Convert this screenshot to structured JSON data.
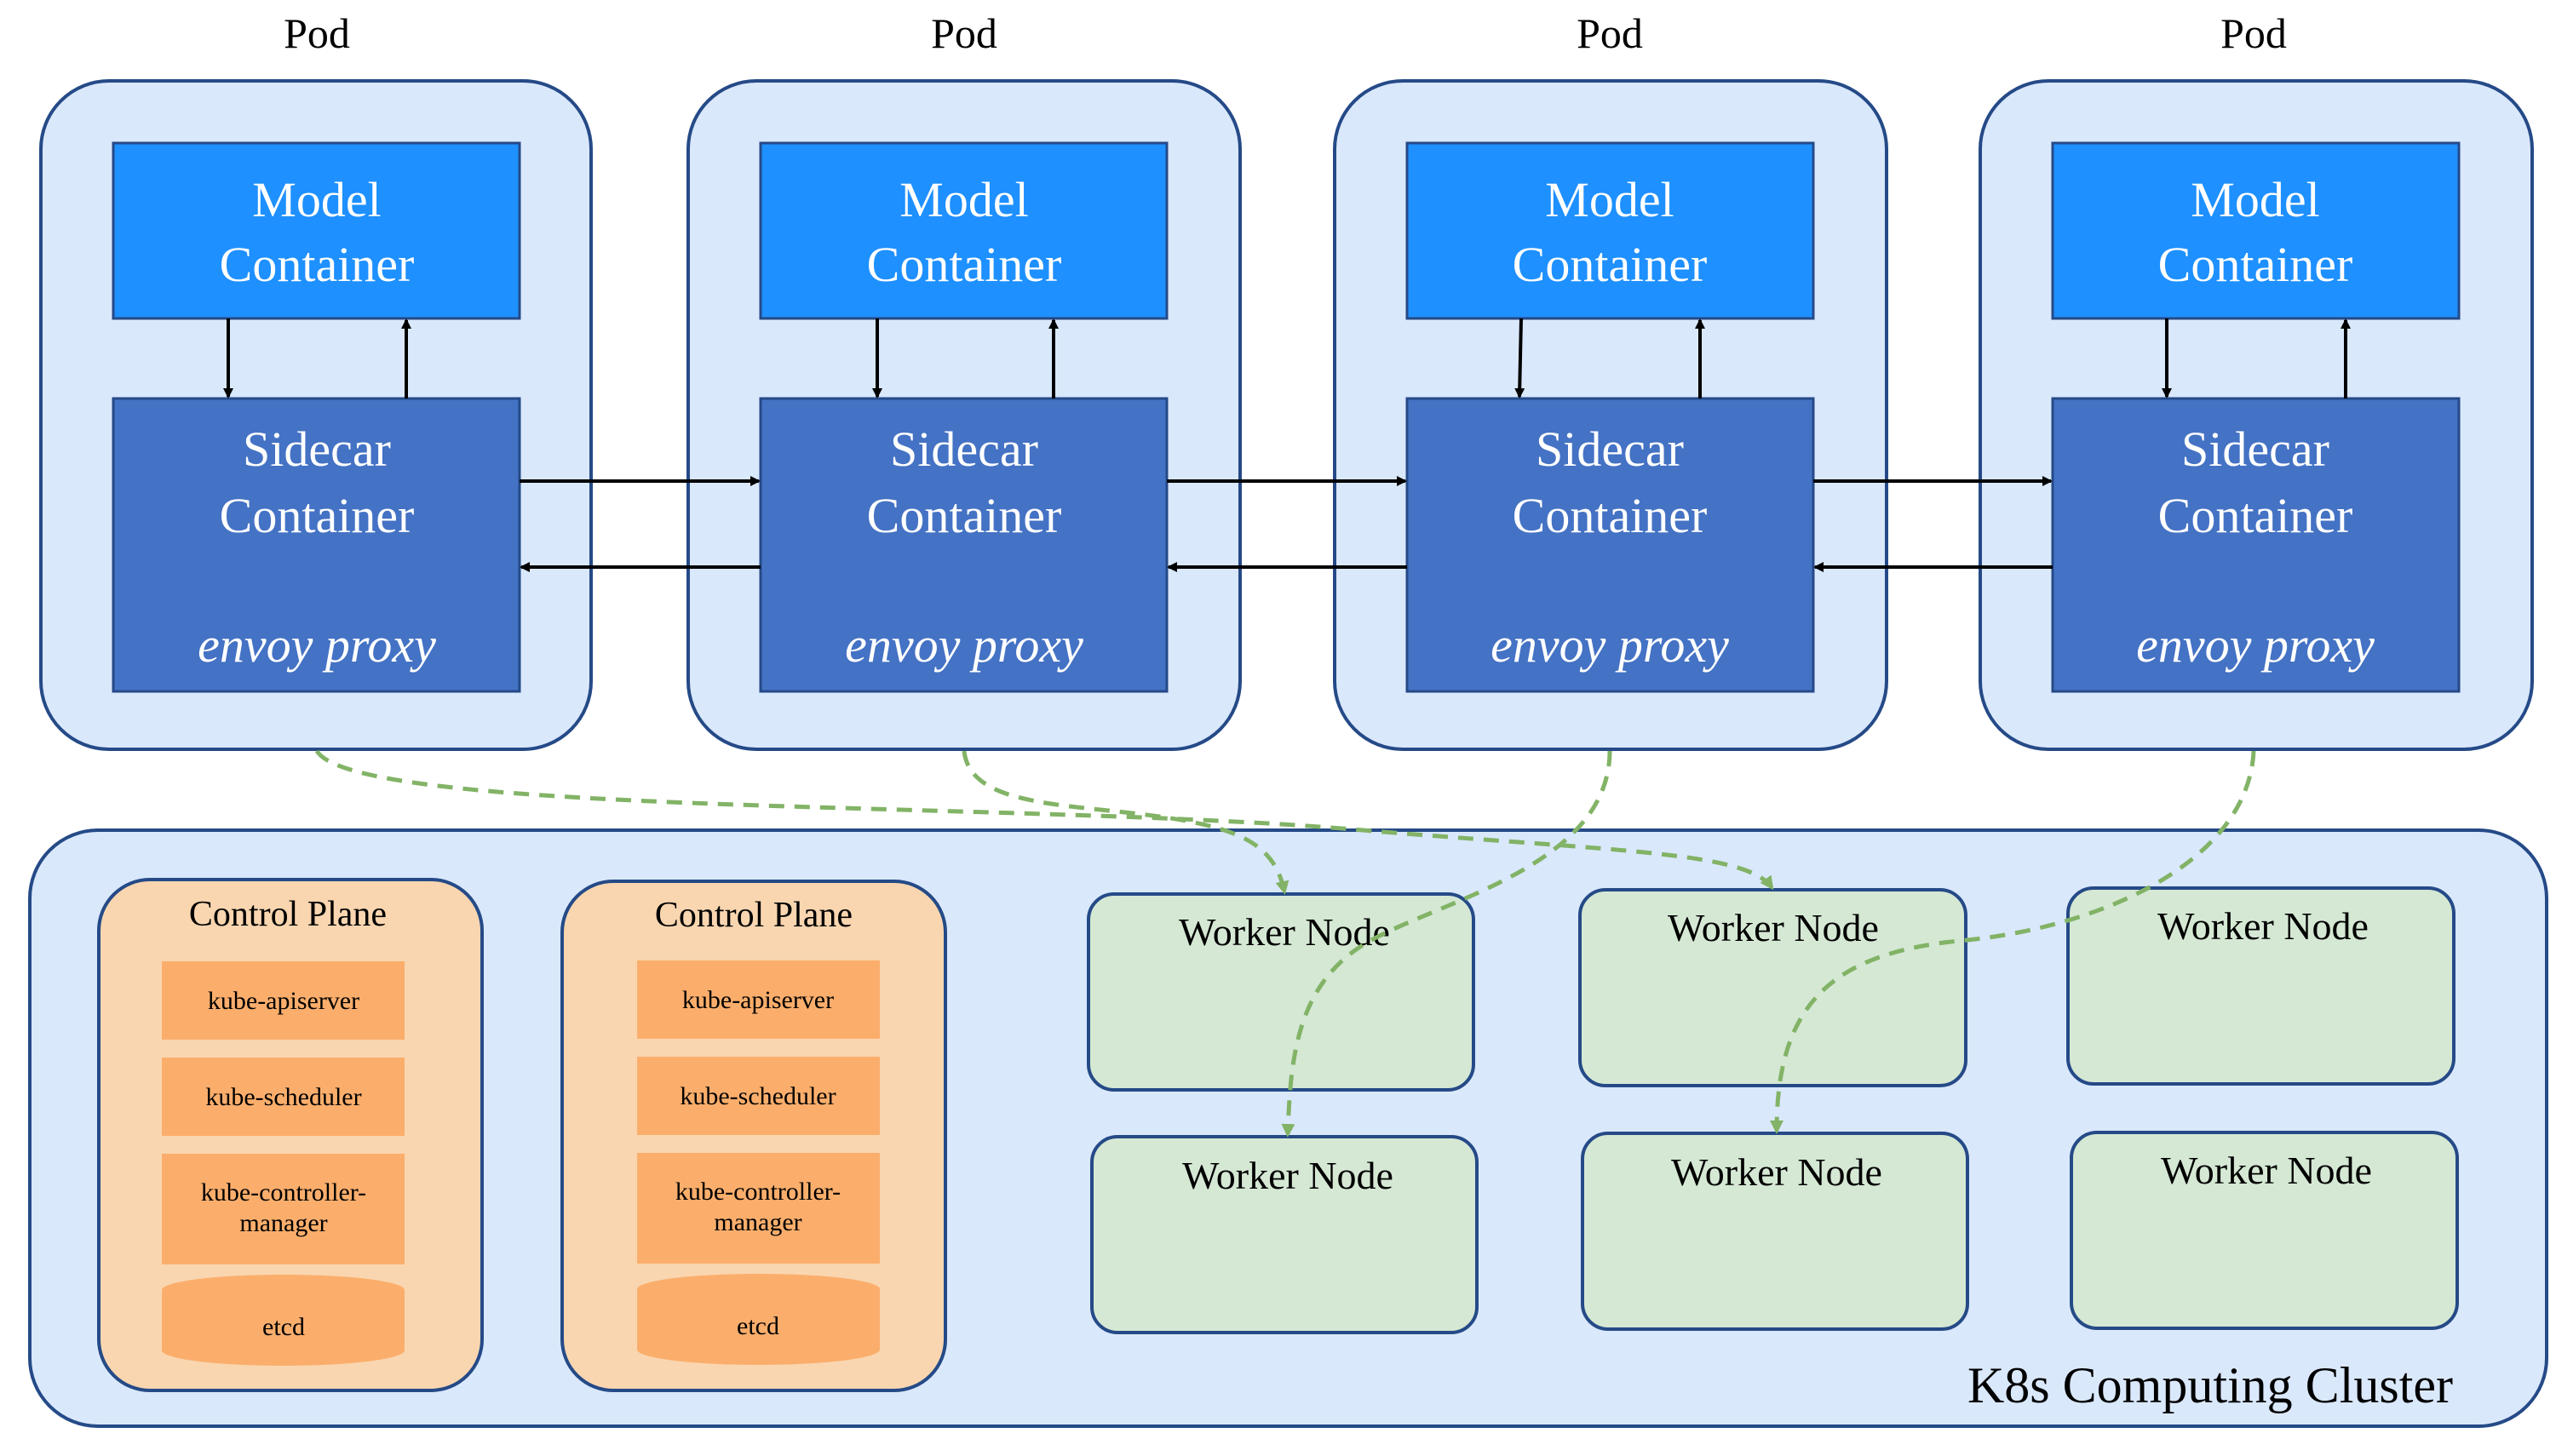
{
  "colors": {
    "pod_fill": "#dae8fc",
    "pod_stroke": "#254a87",
    "model_fill": "#1e90ff",
    "sidecar_fill": "#4472c4",
    "cluster_fill": "#dae8fc",
    "control_plane_fill": "#f9d6b0",
    "control_item_fill": "#fbae6c",
    "worker_fill": "#d5e8d4",
    "dashed_arrow": "#82b366",
    "arrow": "#000000"
  },
  "pods": [
    {
      "title": "Pod",
      "model_line1": "Model",
      "model_line2": "Container",
      "sidecar_line1": "Sidecar",
      "sidecar_line2": "Container",
      "proxy": "envoy proxy"
    },
    {
      "title": "Pod",
      "model_line1": "Model",
      "model_line2": "Container",
      "sidecar_line1": "Sidecar",
      "sidecar_line2": "Container",
      "proxy": "envoy proxy"
    },
    {
      "title": "Pod",
      "model_line1": "Model",
      "model_line2": "Container",
      "sidecar_line1": "Sidecar",
      "sidecar_line2": "Container",
      "proxy": "envoy proxy"
    },
    {
      "title": "Pod",
      "model_line1": "Model",
      "model_line2": "Container",
      "sidecar_line1": "Sidecar",
      "sidecar_line2": "Container",
      "proxy": "envoy proxy"
    }
  ],
  "cluster": {
    "label": "K8s Computing Cluster",
    "control_planes": [
      {
        "title": "Control Plane",
        "items": [
          "kube-apiserver",
          "kube-scheduler",
          "kube-controller-",
          "manager",
          "etcd"
        ]
      },
      {
        "title": "Control Plane",
        "items": [
          "kube-apiserver",
          "kube-scheduler",
          "kube-controller-",
          "manager",
          "etcd"
        ]
      }
    ],
    "worker_nodes": [
      "Worker Node",
      "Worker Node",
      "Worker Node",
      "Worker Node",
      "Worker Node",
      "Worker Node"
    ]
  }
}
